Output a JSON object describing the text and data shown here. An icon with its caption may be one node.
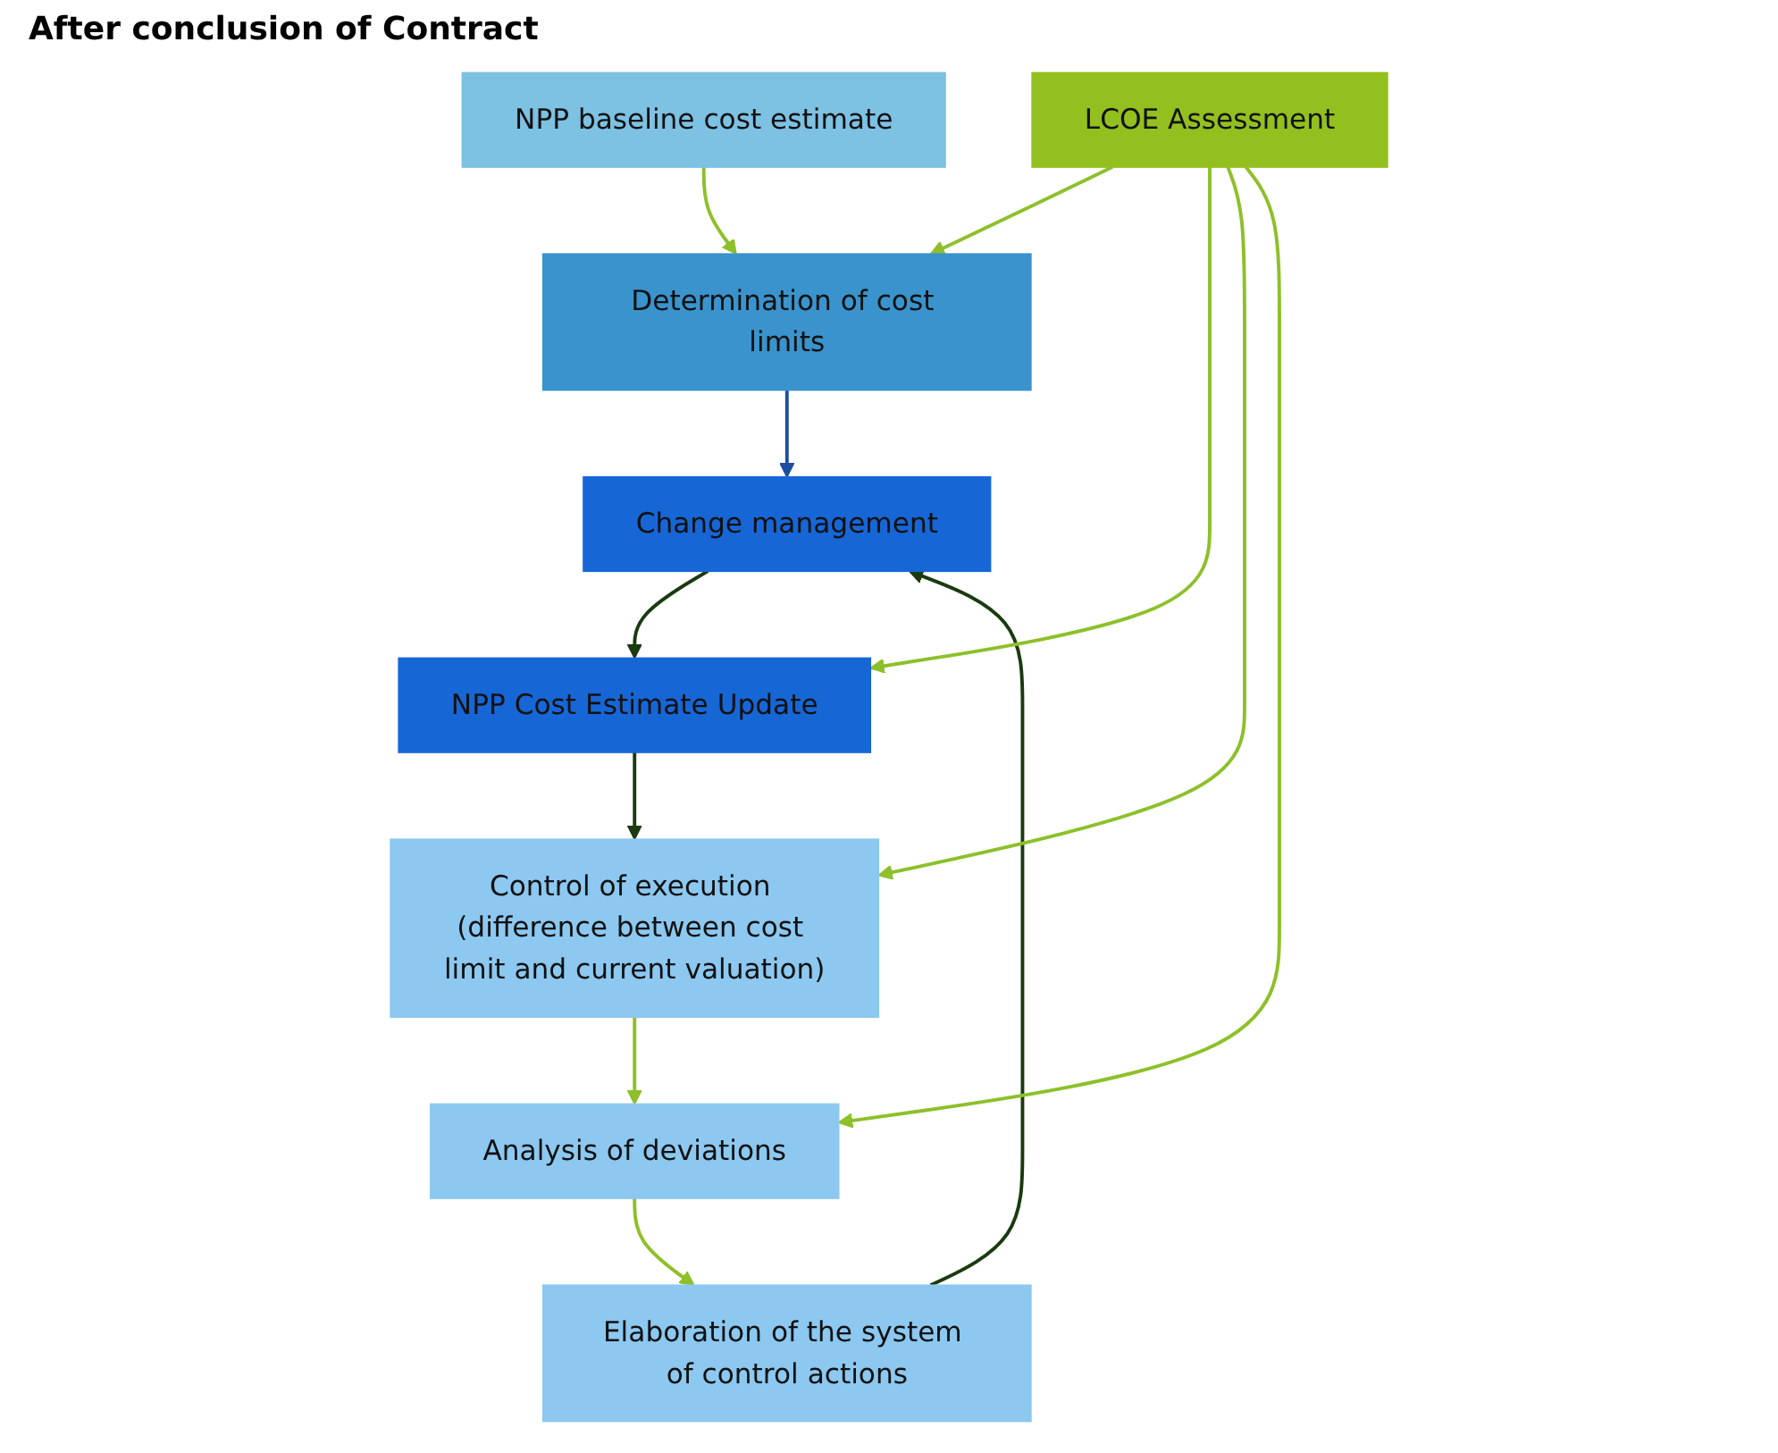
{
  "diagram": {
    "nodes": [
      {
        "text": [
          "NPP baseline cost estimate"
        ]
      },
      {
        "text": [
          "Determination of cost limits"
        ]
      },
      {
        "text": [
          "Elaboration of the system of control actions"
        ]
      },
      {
        "text": [
          "Change management"
        ]
      },
      {
        "text": [
          "NPP Cost Estimate Update"
        ]
      },
      {
        "text": [
          "Control of execution (difference between cost limit and current valuation)"
        ]
      },
      {
        "text": [
          "Analysis of deviations"
        ]
      },
      {
        "text": [
          "LCOE Assessment"
        ]
      }
    ],
    "edges": [
      {
        "from": 0,
        "to": 1,
        "arrow": "to"
      },
      {
        "from": 1,
        "to": 3,
        "arrow": "to",
        "color": "#1a4fa0"
      },
      {
        "from": 2,
        "to": 3,
        "arrow": "to",
        "color": "#1a3a10"
      },
      {
        "from": 3,
        "to": 4,
        "arrow": "to",
        "color": "#1a3a10"
      },
      {
        "from": 4,
        "to": 5,
        "arrow": "to",
        "color": "#1a3a10"
      },
      {
        "from": 5,
        "to": 6,
        "arrow": "to"
      },
      {
        "from": 6,
        "to": 2,
        "arrow": "to"
      },
      {
        "from": 7,
        "to": 1,
        "arrow": "to"
      },
      {
        "from": 7,
        "to": 4,
        "arrow": "to"
      },
      {
        "from": 7,
        "to": 5,
        "arrow": "to"
      },
      {
        "from": 7,
        "to": 6,
        "arrow": "to"
      }
    ],
    "labels": [
      "After conclusion of Contract"
    ]
  }
}
